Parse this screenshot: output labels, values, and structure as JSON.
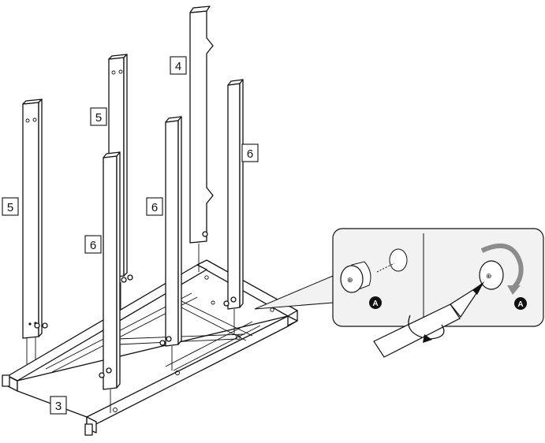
{
  "parts": [
    {
      "id": "label-3",
      "text": "3"
    },
    {
      "id": "label-4",
      "text": "4"
    },
    {
      "id": "label-5a",
      "text": "5"
    },
    {
      "id": "label-5b",
      "text": "5"
    },
    {
      "id": "label-6a",
      "text": "6"
    },
    {
      "id": "label-6b",
      "text": "6"
    },
    {
      "id": "label-6c",
      "text": "6"
    }
  ],
  "detail": {
    "left_letter": "A",
    "right_letter": "A"
  },
  "colors": {
    "line": "#111111",
    "detail_box": "#f2f2f2",
    "rotate_arrow": "#8c8c8c"
  }
}
